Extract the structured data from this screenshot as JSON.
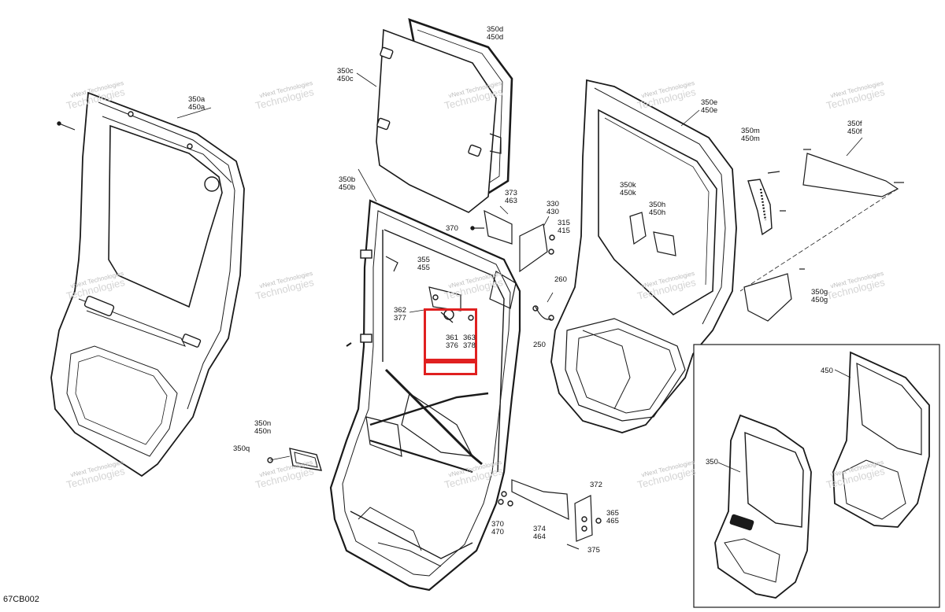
{
  "diagram_code": "67CB002",
  "watermark": {
    "line1": "vNext Technologies",
    "line2": "Technologies"
  },
  "accent": "#e02020",
  "callouts": [
    {
      "id": "350d",
      "lines": [
        "350d",
        "450d"
      ]
    },
    {
      "id": "350c",
      "lines": [
        "350c",
        "450c"
      ]
    },
    {
      "id": "350a",
      "lines": [
        "350a",
        "450a"
      ]
    },
    {
      "id": "350e",
      "lines": [
        "350e",
        "450e"
      ]
    },
    {
      "id": "350m",
      "lines": [
        "350m",
        "450m"
      ]
    },
    {
      "id": "350f",
      "lines": [
        "350f",
        "450f"
      ]
    },
    {
      "id": "350b",
      "lines": [
        "350b",
        "450b"
      ]
    },
    {
      "id": "373",
      "lines": [
        "373",
        "463"
      ]
    },
    {
      "id": "330",
      "lines": [
        "330",
        "430"
      ]
    },
    {
      "id": "315",
      "lines": [
        "315",
        "415"
      ]
    },
    {
      "id": "370a",
      "lines": [
        "370"
      ]
    },
    {
      "id": "350k",
      "lines": [
        "350k",
        "450k"
      ]
    },
    {
      "id": "350h",
      "lines": [
        "350h",
        "450h"
      ]
    },
    {
      "id": "355",
      "lines": [
        "355",
        "455"
      ]
    },
    {
      "id": "260",
      "lines": [
        "260"
      ]
    },
    {
      "id": "362",
      "lines": [
        "362",
        "377"
      ]
    },
    {
      "id": "361",
      "lines": [
        "361",
        "376"
      ]
    },
    {
      "id": "363",
      "lines": [
        "363",
        "378"
      ]
    },
    {
      "id": "250",
      "lines": [
        "250"
      ]
    },
    {
      "id": "350g",
      "lines": [
        "350g",
        "450g"
      ]
    },
    {
      "id": "450",
      "lines": [
        "450"
      ]
    },
    {
      "id": "350n",
      "lines": [
        "350n",
        "450n"
      ]
    },
    {
      "id": "350q",
      "lines": [
        "350q"
      ]
    },
    {
      "id": "372",
      "lines": [
        "372"
      ]
    },
    {
      "id": "365",
      "lines": [
        "365",
        "465"
      ]
    },
    {
      "id": "370b",
      "lines": [
        "370",
        "470"
      ]
    },
    {
      "id": "374",
      "lines": [
        "374",
        "464"
      ]
    },
    {
      "id": "375",
      "lines": [
        "375"
      ]
    },
    {
      "id": "350",
      "lines": [
        "350"
      ]
    }
  ]
}
